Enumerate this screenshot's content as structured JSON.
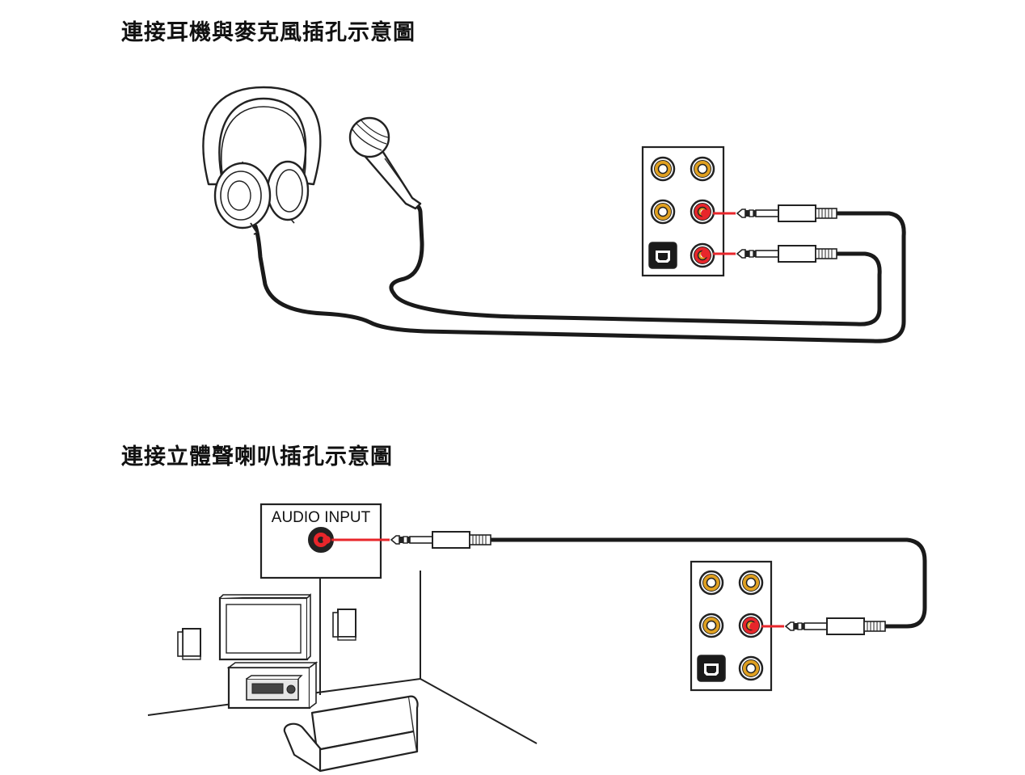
{
  "headphones_section": {
    "title": "連接耳機與麥克風插孔示意圖"
  },
  "speaker_section": {
    "title": "連接立體聲喇叭插孔示意圖",
    "audio_input_label": "AUDIO INPUT"
  },
  "colors": {
    "jack_gold": "#e0a020",
    "jack_highlight": "#e8262b",
    "arrow": "#e8262b",
    "cable": "#1a1a1a",
    "line_art": "#222222"
  }
}
